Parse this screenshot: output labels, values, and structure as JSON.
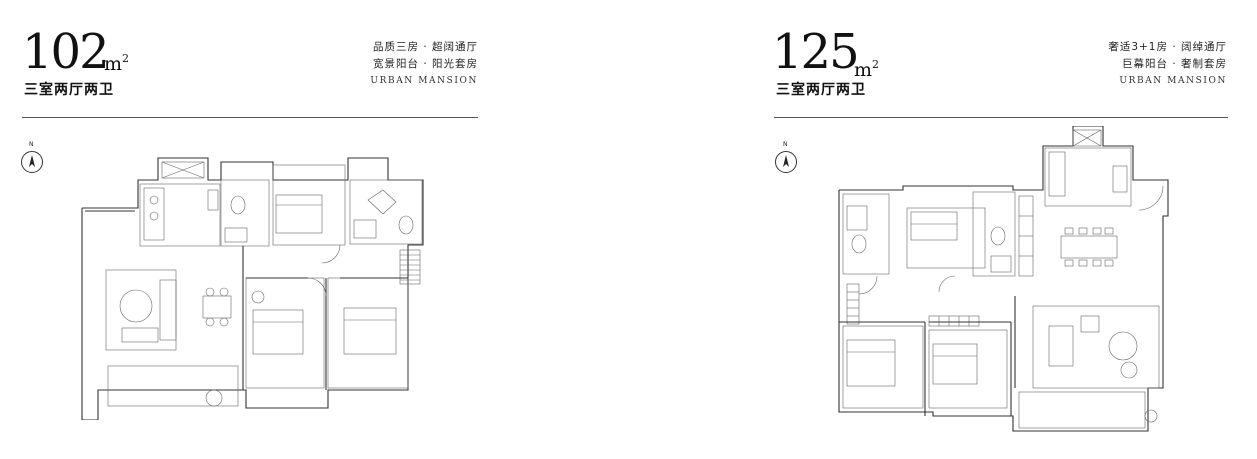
{
  "units": [
    {
      "series_label": "",
      "area_value": "102",
      "area_unit": "m",
      "area_unit_sup": "2",
      "layout": "三室两厅两卫",
      "tagline_1": "品质三房 · 超阔通厅",
      "tagline_2": "宽景阳台 · 阳光套房",
      "brand": "URBAN MANSION",
      "north_label": "N",
      "compass_icon": "north-arrow-icon",
      "floor_plan_icon": "floor-plan-102-icon"
    },
    {
      "series_label": "",
      "area_value": "125",
      "area_unit": "m",
      "area_unit_sup": "2",
      "layout": "三室两厅两卫",
      "tagline_1": "奢适3+1房 · 阔绰通厅",
      "tagline_2": "巨幕阳台 · 奢制套房",
      "brand": "URBAN MANSION",
      "north_label": "N",
      "compass_icon": "north-arrow-icon",
      "floor_plan_icon": "floor-plan-125-icon"
    }
  ]
}
